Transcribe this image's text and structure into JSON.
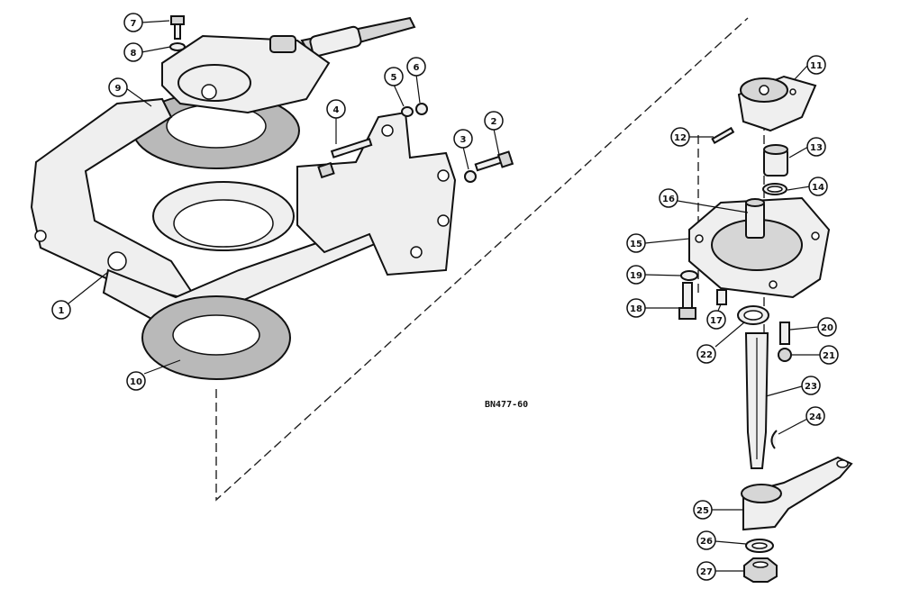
{
  "figure": {
    "reference_code": "BN477-60"
  },
  "callouts": [
    {
      "number": "1"
    },
    {
      "number": "2"
    },
    {
      "number": "3"
    },
    {
      "number": "4"
    },
    {
      "number": "5"
    },
    {
      "number": "6"
    },
    {
      "number": "7"
    },
    {
      "number": "8"
    },
    {
      "number": "9"
    },
    {
      "number": "10"
    },
    {
      "number": "11"
    },
    {
      "number": "12"
    },
    {
      "number": "13"
    },
    {
      "number": "14"
    },
    {
      "number": "15"
    },
    {
      "number": "16"
    },
    {
      "number": "17"
    },
    {
      "number": "18"
    },
    {
      "number": "19"
    },
    {
      "number": "20"
    },
    {
      "number": "21"
    },
    {
      "number": "22"
    },
    {
      "number": "23"
    },
    {
      "number": "24"
    },
    {
      "number": "25"
    },
    {
      "number": "26"
    },
    {
      "number": "27"
    }
  ]
}
